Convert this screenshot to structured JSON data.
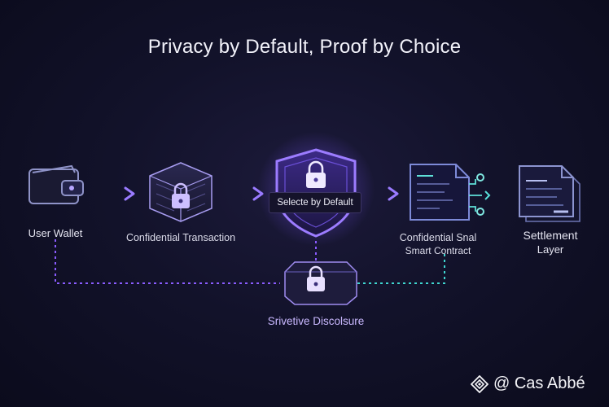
{
  "title": "Privacy by Default, Proof by Choice",
  "nodes": {
    "wallet": {
      "label": "User Wallet"
    },
    "confidential_tx": {
      "label": "Confidential Transaction"
    },
    "shield": {
      "badge": "Selecte by Default"
    },
    "smart_contract": {
      "label_line1": "Confidential Snal",
      "label_line2": "Smart Contract"
    },
    "settlement": {
      "label_line1": "Settlement",
      "label_line2": "Layer"
    },
    "disclosure": {
      "label": "Srivetive Discolsure"
    }
  },
  "watermark": "@ Cas Abbé",
  "colors": {
    "background": "#12122a",
    "purple_accent": "#8b6cff",
    "teal_accent": "#3fd6d0",
    "icon_stroke": "#b7a6ff"
  },
  "icons": [
    "wallet-icon",
    "cube-lock-icon",
    "shield-lock-icon",
    "document-circuit-icon",
    "document-stack-icon",
    "cube-lock-icon",
    "diamond-logo-icon"
  ]
}
